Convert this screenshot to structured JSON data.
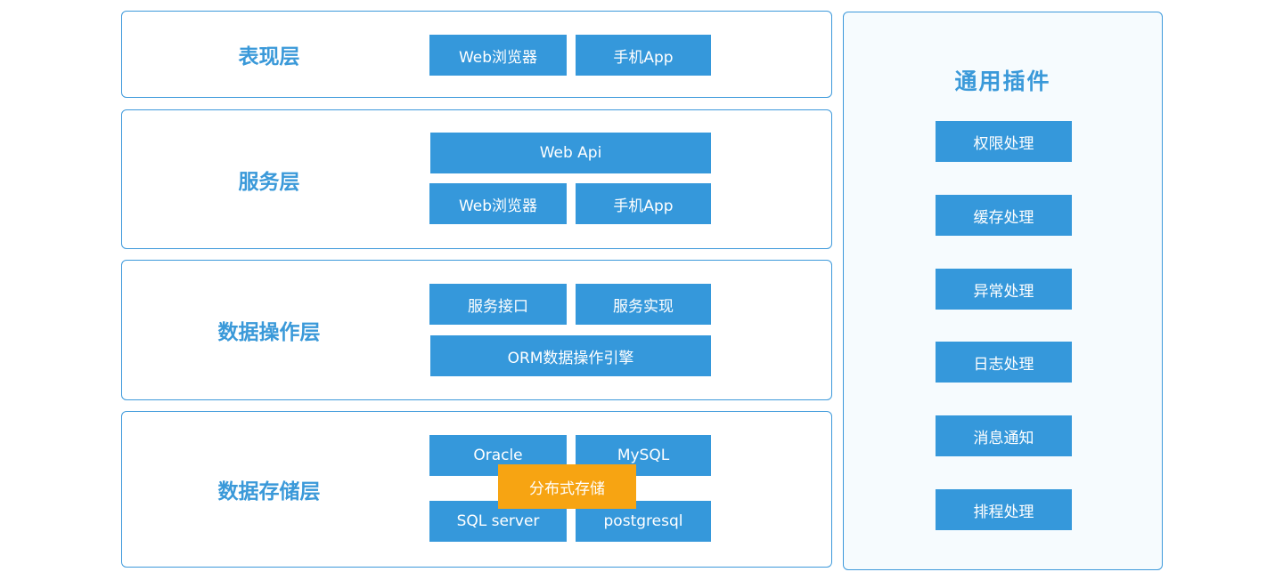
{
  "colors": {
    "node_blue": "#3598db",
    "border_blue": "#3d99db",
    "label_blue": "#3a99d9",
    "accent_orange": "#f7a412",
    "panel_background": "#f6fbfe"
  },
  "layers": [
    {
      "label": "表现层",
      "buttons": [
        "Web浏览器",
        "手机App"
      ]
    },
    {
      "label": "服务层",
      "buttons": [
        "Web Api",
        "Web浏览器",
        "手机App"
      ]
    },
    {
      "label": "数据操作层",
      "buttons": [
        "服务接口",
        "服务实现",
        "ORM数据操作引擎"
      ]
    },
    {
      "label": "数据存储层",
      "buttons": [
        "Oracle",
        "MySQL",
        "SQL server",
        "postgresql",
        "分布式存储"
      ]
    }
  ],
  "plugins": {
    "title": "通用插件",
    "items": [
      "权限处理",
      "缓存处理",
      "异常处理",
      "日志处理",
      "消息通知",
      "排程处理"
    ]
  }
}
